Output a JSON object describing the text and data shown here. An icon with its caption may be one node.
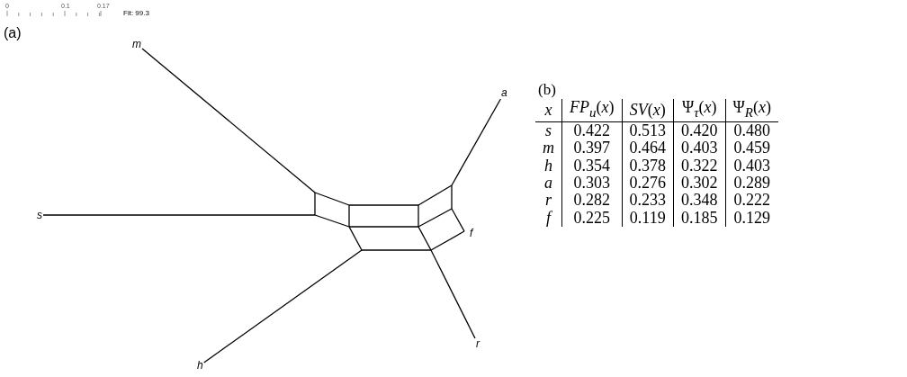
{
  "diagram": {
    "nodes": [
      {
        "text": [],
        "shape": "picture",
        "beside": [
          "f"
        ]
      },
      {
        "text": [
          "m"
        ]
      },
      {
        "text": [
          "a"
        ]
      },
      {
        "text": [
          "s"
        ]
      },
      {
        "text": [
          "r"
        ]
      },
      {
        "text": [
          "h"
        ]
      }
    ],
    "edges": [
      {
        "from": 0,
        "to": 1,
        "arrow": "none"
      },
      {
        "from": 0,
        "to": 2,
        "arrow": "none"
      },
      {
        "from": 0,
        "to": 3,
        "arrow": "none"
      },
      {
        "from": 0,
        "to": 4,
        "arrow": "none"
      },
      {
        "from": 0,
        "to": 5,
        "arrow": "none"
      }
    ],
    "labels": [
      "0",
      "0.1",
      "0.17",
      "Fit: 99.3",
      "(a)",
      "(b)",
      "x",
      "*FP*$_{u}$(*x*)",
      "*SV*(*x*)",
      "Ψ$_{τ}$(*x*)",
      "Ψ$_{R}$(*x*)",
      "s",
      "0.422",
      "0.513",
      "0.420",
      "0.480",
      "m",
      "0.397",
      "0.464",
      "0.403",
      "0.459",
      "h",
      "0.354",
      "0.378",
      "0.322",
      "0.403",
      "a",
      "0.303",
      "0.276",
      "0.302",
      "0.289",
      "r",
      "0.282",
      "0.233",
      "0.348",
      "0.222",
      "f",
      "0.225",
      "0.119",
      "0.185",
      "0.129"
    ]
  }
}
